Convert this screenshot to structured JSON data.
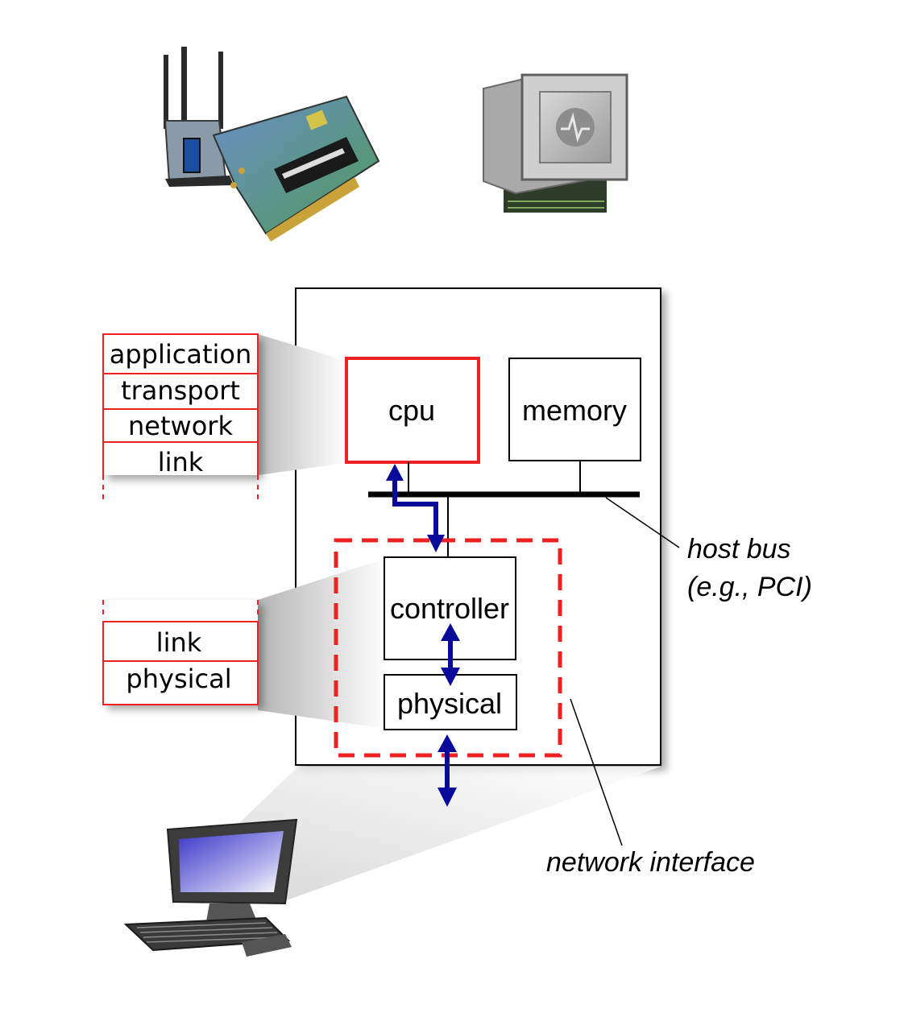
{
  "host_stack": {
    "layers": [
      "application",
      "transport",
      "network",
      "link"
    ]
  },
  "nic_stack": {
    "layers": [
      "link",
      "physical"
    ]
  },
  "components": {
    "cpu": "cpu",
    "memory": "memory",
    "controller": "controller",
    "physical": "physical"
  },
  "annotations": {
    "host_bus_line1": "host bus",
    "host_bus_line2": "(e.g., PCI)",
    "network_interface": "network interface"
  },
  "colors": {
    "highlight_red": "#ee2222",
    "arrow_blue": "#0a0a9a",
    "bus_black": "#000000"
  },
  "icons": [
    "wireless-nic-card-icon",
    "network-chip-icon",
    "desktop-computer-icon"
  ]
}
